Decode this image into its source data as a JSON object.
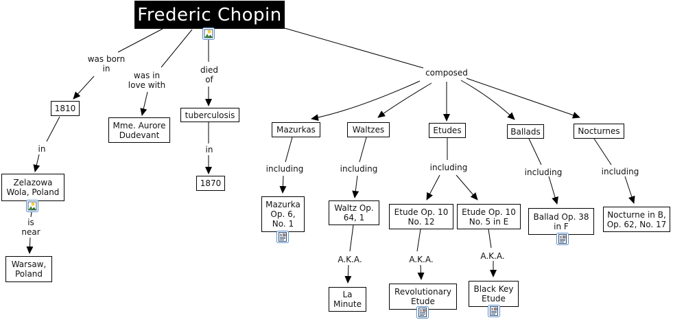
{
  "title": {
    "label": "Frederic Chopin"
  },
  "links": {
    "born": "was born\nin",
    "love": "was in\nlove with",
    "died": "died\nof",
    "composed": "composed",
    "in_birth": "in",
    "in_death": "in",
    "is_near": "is\nnear",
    "including_mazurkas": "including",
    "including_waltzes": "including",
    "including_etudes": "including",
    "including_ballads": "including",
    "including_nocturnes": "including",
    "aka_waltz": "A.K.A.",
    "aka_etude12": "A.K.A.",
    "aka_etude5": "A.K.A."
  },
  "concepts": {
    "year_born": "1810",
    "dudevant": "Mme. Aurore\nDudevant",
    "tuberculosis": "tuberculosis",
    "year_died": "1870",
    "zelazowa": "Zelazowa\nWola, Poland",
    "warsaw": "Warsaw,\nPoland",
    "mazurkas": "Mazurkas",
    "waltzes": "Waltzes",
    "etudes": "Etudes",
    "ballads": "Ballads",
    "nocturnes": "Nocturnes",
    "mazurka_op6": "Mazurka\nOp. 6,\nNo. 1",
    "waltz_op64": "Waltz Op.\n64, 1",
    "etude_op10_12": "Etude Op. 10\nNo. 12",
    "etude_op10_5": "Etude Op. 10\nNo. 5 in E",
    "ballad_op38": "Ballad Op. 38\nin F",
    "nocturne_op62": "Nocturne in B,\nOp. 62, No. 17",
    "la_minute": "La\nMinute",
    "revolutionary": "Revolutionary\nEtude",
    "black_key": "Black Key\nEtude"
  },
  "icons": {
    "chopin_resource": "image-icon",
    "zelazowa_resource": "image-icon",
    "mazurka_resource": "document-icon",
    "ballad_resource": "document-icon",
    "revolutionary_resource": "document-icon",
    "black_key_resource": "document-icon"
  },
  "colors": {
    "canvas_bg": "#ffffff",
    "title_bg": "#000000",
    "title_text": "#ffffff",
    "node_border": "#000000",
    "edge": "#000000",
    "icon_frame_blue": "#5b91cf",
    "icon_ink_blue": "#17365d",
    "icon_mountain_green": "#3a8a3a",
    "icon_sun_yellow": "#ffd92e"
  }
}
